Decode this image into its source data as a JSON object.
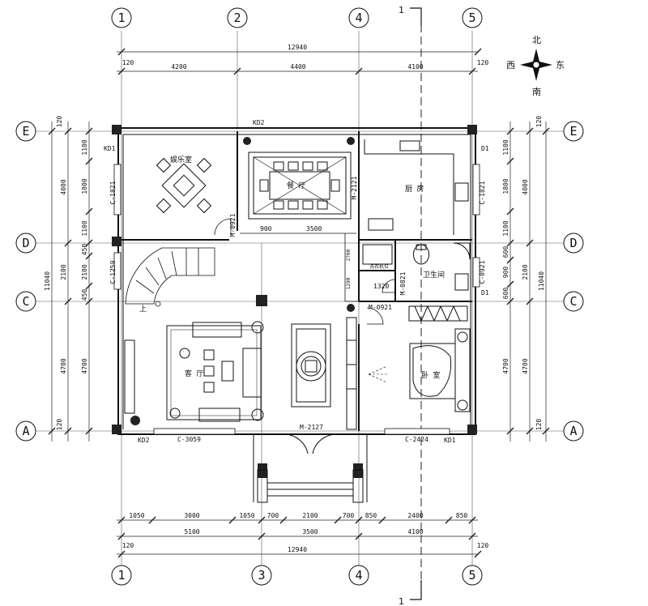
{
  "axes": {
    "top": [
      "1",
      "2",
      "4",
      "5"
    ],
    "bottom": [
      "1",
      "3",
      "4",
      "5"
    ],
    "left": [
      "E",
      "D",
      "C",
      "A"
    ],
    "right": [
      "E",
      "D",
      "C",
      "A"
    ]
  },
  "section_mark": "1",
  "compass": {
    "north": "北",
    "south": "南",
    "east": "东",
    "west": "西"
  },
  "dims_top": {
    "total": "12940",
    "edge_left": "120",
    "edge_right": "120",
    "seg": [
      "4200",
      "4400",
      "4100"
    ]
  },
  "dims_bottom": {
    "row1": [
      "1050",
      "3000",
      "1050",
      "700",
      "2100",
      "700",
      "850",
      "2400",
      "850"
    ],
    "row2": [
      "5100",
      "3500",
      "4100"
    ],
    "edge_left": "120",
    "edge_right": "120",
    "total": "12940"
  },
  "dims_left": {
    "edge_top": "120",
    "inner": [
      "1100",
      "1800",
      "1100",
      "450",
      "2100",
      "450",
      "4700"
    ],
    "outer": [
      "4000",
      "2100",
      "4700"
    ],
    "total": "11040",
    "edge_bottom": "120"
  },
  "dims_right": {
    "edge_top": "120",
    "inner": [
      "1100",
      "1800",
      "1100",
      "600",
      "900",
      "600",
      "4700"
    ],
    "outer": [
      "4000",
      "2100",
      "4700"
    ],
    "total": "11040",
    "edge_bottom": "120"
  },
  "rooms": {
    "entertainment": "娱乐室",
    "dining": "餐 厅",
    "kitchen": "厨 房",
    "living": "客 厅",
    "bath": "卫生间",
    "bedroom": "卧 室",
    "stair_up": "上"
  },
  "labels": {
    "kd2_top": "KD2",
    "kd1_left": "KD1",
    "d1_top": "D1",
    "d1_mid": "D1",
    "kd2_bottom": "KD2",
    "kd1_bottom": "KD1",
    "c1821_left": "C-1821",
    "c1821_right": "C-1821",
    "c1259": "C-1259",
    "c0921": "C-0921",
    "m0921": "M-0921",
    "m2121": "M-2121",
    "m0821": "M-0821",
    "m0921b": "M-0921",
    "m2127": "M-2127",
    "c3059": "C-3059",
    "c2424": "C-2424",
    "dim900": "900",
    "dim3500": "3500",
    "dim2700": "2700",
    "dim1320": "1320",
    "dim1290": "1290",
    "shelf": "洗衣机位"
  }
}
